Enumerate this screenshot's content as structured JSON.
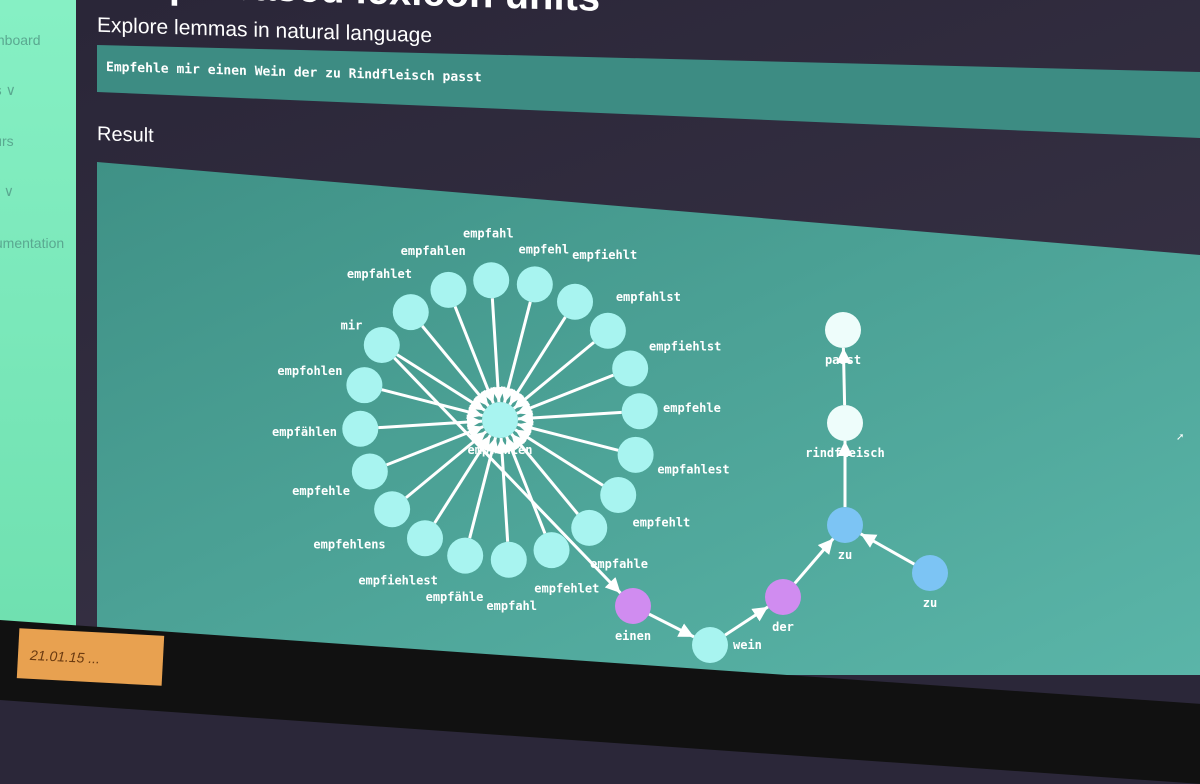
{
  "sidebar": {
    "items": [
      {
        "label": "Dashboard"
      },
      {
        "label": "Lemmas ∨"
      },
      {
        "label": "Neighbours"
      },
      {
        "label": "Graphs ∨"
      },
      {
        "label": "Documentation"
      }
    ]
  },
  "header": {
    "title": "Graph based lexicon units",
    "subtitle": "Explore lemmas in natural language"
  },
  "query": {
    "value": "Empfehle mir einen Wein der zu Rindfleisch passt"
  },
  "result": {
    "label": "Result"
  },
  "note": {
    "text": "21.01.15 ..."
  },
  "colors": {
    "node_default": "#a8f4f0",
    "node_purple": "#d08cf0",
    "node_blue": "#7cc4f4",
    "node_white": "#eefdfb",
    "panel": "#4fa89c",
    "sidebar": "#7de8b8"
  },
  "graph": {
    "nodes": [
      {
        "label": "empfehlen",
        "type": "default"
      },
      {
        "label": "empfahlet",
        "type": "default"
      },
      {
        "label": "empfahlen",
        "type": "default"
      },
      {
        "label": "empfahl",
        "type": "default"
      },
      {
        "label": "empfehl",
        "type": "default"
      },
      {
        "label": "empfiehlt",
        "type": "default"
      },
      {
        "label": "empfahlst",
        "type": "default"
      },
      {
        "label": "empfiehlst",
        "type": "default"
      },
      {
        "label": "empfehle",
        "type": "default"
      },
      {
        "label": "empfahlest",
        "type": "default"
      },
      {
        "label": "empfehlt",
        "type": "default"
      },
      {
        "label": "empfahle",
        "type": "default"
      },
      {
        "label": "empfehlet",
        "type": "default"
      },
      {
        "label": "empfahl",
        "type": "default"
      },
      {
        "label": "empfähle",
        "type": "default"
      },
      {
        "label": "empfiehlest",
        "type": "default"
      },
      {
        "label": "empfehlens",
        "type": "default"
      },
      {
        "label": "empfehle",
        "type": "default"
      },
      {
        "label": "empfählen",
        "type": "default"
      },
      {
        "label": "empfohlen",
        "type": "default"
      },
      {
        "label": "mir",
        "type": "default"
      },
      {
        "label": "einen",
        "type": "purple"
      },
      {
        "label": "wein",
        "type": "default"
      },
      {
        "label": "der",
        "type": "purple"
      },
      {
        "label": "zu",
        "type": "blue"
      },
      {
        "label": "zu",
        "type": "blue"
      },
      {
        "label": "rindfleisch",
        "type": "white"
      },
      {
        "label": "passt",
        "type": "white"
      }
    ],
    "edges": [
      [
        1,
        0
      ],
      [
        2,
        0
      ],
      [
        3,
        0
      ],
      [
        4,
        0
      ],
      [
        5,
        0
      ],
      [
        6,
        0
      ],
      [
        7,
        0
      ],
      [
        8,
        0
      ],
      [
        9,
        0
      ],
      [
        10,
        0
      ],
      [
        11,
        0
      ],
      [
        12,
        0
      ],
      [
        13,
        0
      ],
      [
        14,
        0
      ],
      [
        15,
        0
      ],
      [
        16,
        0
      ],
      [
        17,
        0
      ],
      [
        18,
        0
      ],
      [
        19,
        0
      ],
      [
        20,
        0
      ],
      [
        20,
        21
      ],
      [
        21,
        22
      ],
      [
        22,
        23
      ],
      [
        23,
        24
      ],
      [
        25,
        24
      ],
      [
        24,
        26
      ],
      [
        26,
        27
      ]
    ]
  }
}
